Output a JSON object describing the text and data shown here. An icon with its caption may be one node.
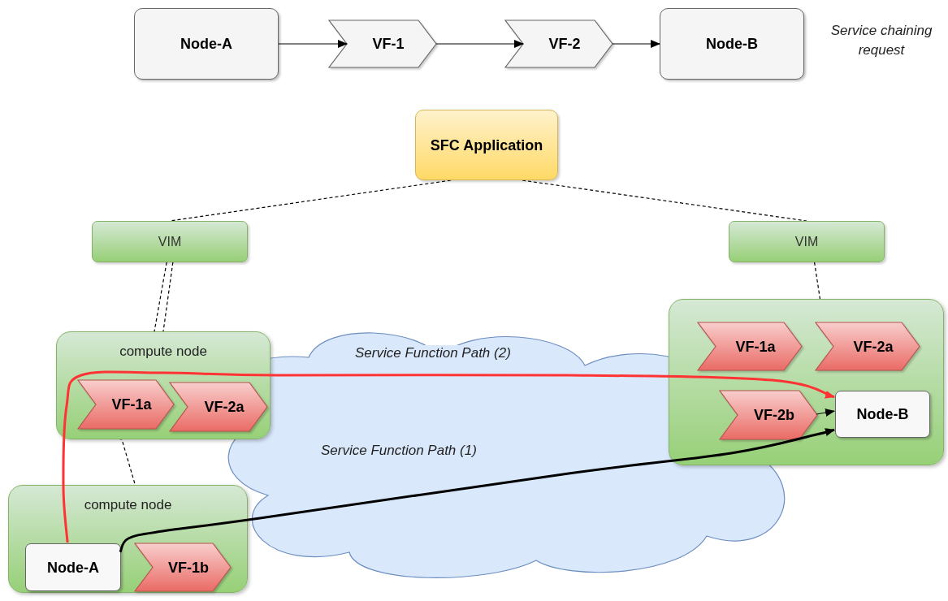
{
  "diagram": {
    "nodes": [
      {
        "text": [
          "Node-A"
        ]
      },
      {
        "text": [
          "VF-1"
        ]
      },
      {
        "text": [
          "VF-2"
        ]
      },
      {
        "text": [
          "Node-B"
        ]
      },
      {
        "text": [
          "SFC Application"
        ]
      },
      {
        "text": [
          "VIM"
        ]
      },
      {
        "text": [
          "VIM"
        ]
      },
      {
        "text": [
          "compute node"
        ]
      },
      {
        "text": [
          "VF-1a"
        ],
        "in": 7
      },
      {
        "text": [
          "VF-2a"
        ],
        "in": 7
      },
      {
        "text": [
          "compute node"
        ]
      },
      {
        "text": [
          "Node-A"
        ],
        "in": 10
      },
      {
        "text": [
          "VF-1b"
        ],
        "in": 10
      },
      {
        "text": [],
        "shape": "box"
      },
      {
        "text": [
          "VF-1a"
        ],
        "in": 13
      },
      {
        "text": [
          "VF-2a"
        ],
        "in": 13
      },
      {
        "text": [
          "VF-2b"
        ],
        "in": 13
      },
      {
        "text": [
          "Node-B"
        ],
        "in": 13
      }
    ],
    "edges": [
      {
        "from": 0,
        "to": 1,
        "arrow": "to"
      },
      {
        "from": 1,
        "to": 2,
        "arrow": "to"
      },
      {
        "from": 2,
        "to": 3,
        "arrow": "to"
      },
      {
        "from": 4,
        "to": 5,
        "arrow": "none",
        "style": "dashed"
      },
      {
        "from": 4,
        "to": 6,
        "arrow": "none",
        "style": "dashed"
      },
      {
        "from": 5,
        "to": 7,
        "arrow": "none",
        "style": "dashed"
      },
      {
        "from": 5,
        "to": 10,
        "arrow": "none",
        "style": "dashed"
      },
      {
        "from": 6,
        "to": 13,
        "arrow": "none",
        "style": "dashed"
      },
      {
        "from": 11,
        "to": 17,
        "arrow": "to",
        "label": "Service Function Path (2)",
        "style": "thick",
        "color": "#ff3333"
      },
      {
        "from": 11,
        "to": 17,
        "arrow": "to",
        "label": "Service Function Path (1)",
        "style": "thick"
      },
      {
        "from": 16,
        "to": 17,
        "arrow": "to"
      }
    ],
    "labels": [
      "Service chaining request"
    ]
  }
}
